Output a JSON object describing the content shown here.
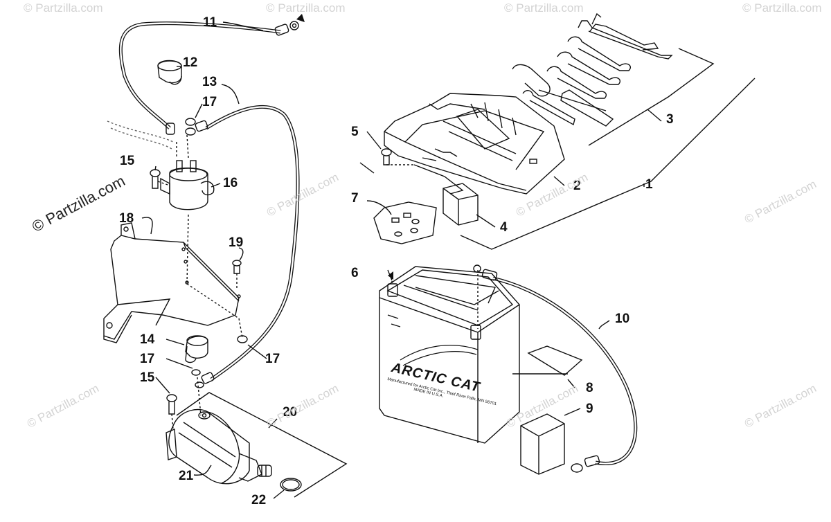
{
  "watermark": {
    "text": "© Partzilla.com",
    "main_text": "© Partzilla.com"
  },
  "battery": {
    "brand": "ARCTIC CAT",
    "label_line1": "Manufactured for Arctic Cat Inc., Thief River Falls, MN 56701",
    "label_line2": "MADE IN U.S.A."
  },
  "callouts": [
    "1",
    "2",
    "3",
    "4",
    "5",
    "6",
    "7",
    "8",
    "9",
    "10",
    "11",
    "12",
    "13",
    "14",
    "15",
    "15",
    "16",
    "17",
    "17",
    "17",
    "18",
    "19",
    "20",
    "21",
    "22"
  ],
  "colors": {
    "line": "#111111",
    "watermark": "#d3d3d3",
    "background": "#ffffff"
  }
}
